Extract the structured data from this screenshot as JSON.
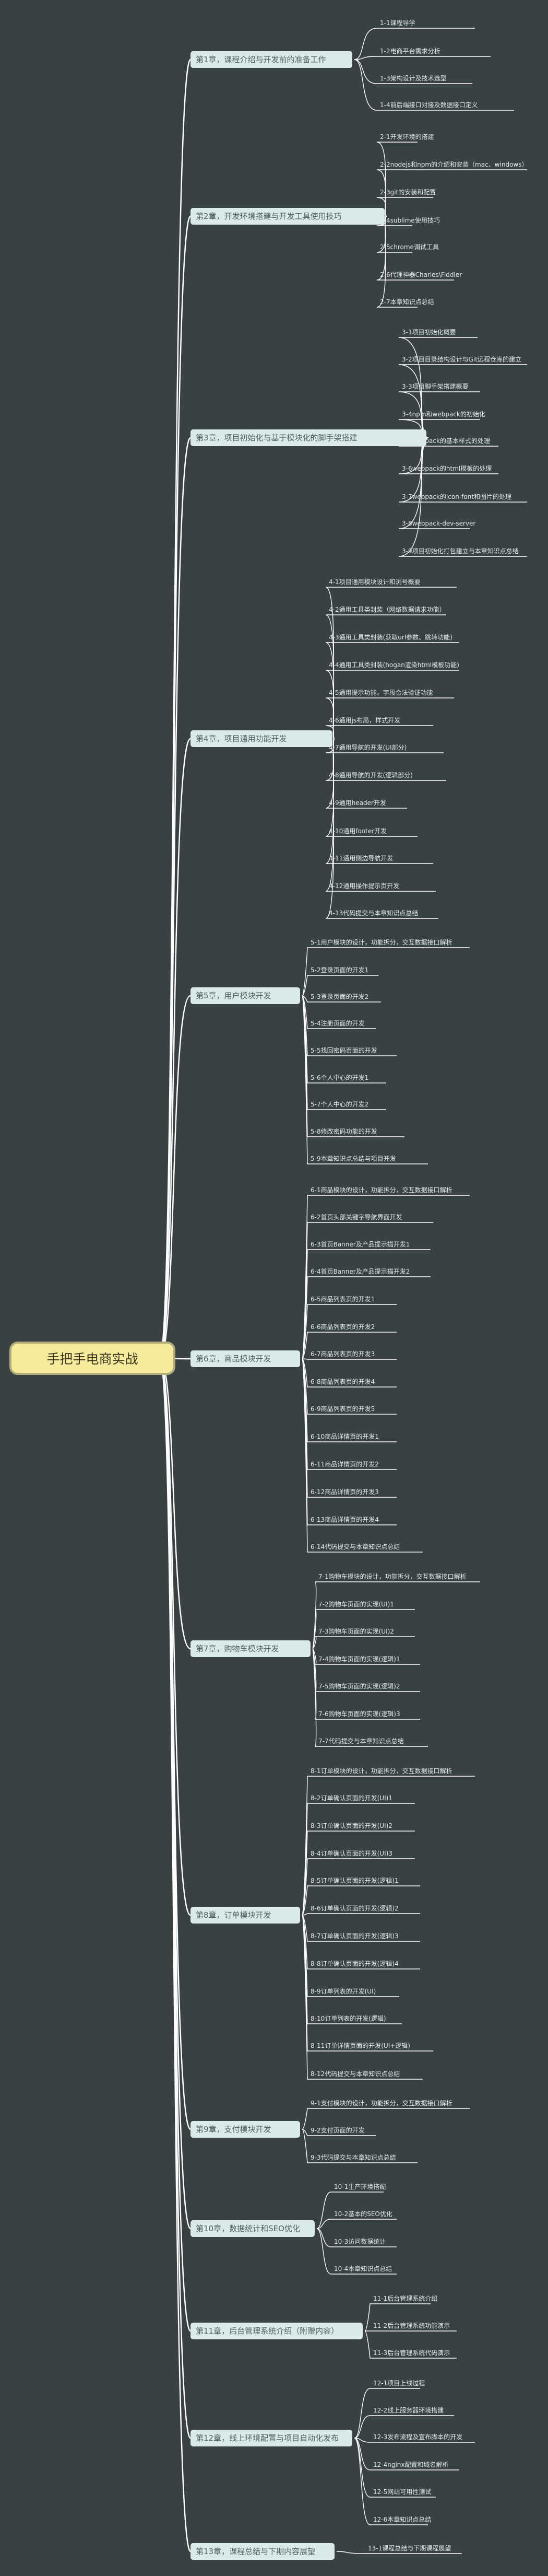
{
  "root": {
    "label": "手把手电商实战"
  },
  "chapters": [
    {
      "label": "第1章，课程介绍与开发前的准备工作",
      "items": [
        "1-1课程导学",
        "1-2电商平台需求分析",
        "1-3架构设计及技术选型",
        "1-4前后端接口对接及数据接口定义"
      ]
    },
    {
      "label": "第2章，开发环境搭建与开发工具使用技巧",
      "items": [
        "2-1开发环境的搭建",
        "2-2nodejs和npm的介绍和安装（mac、windows）",
        "2-3git的安装和配置",
        "2-4sublime使用技巧",
        "2-5chrome调试工具",
        "2-6代理神器Charles\\Fiddler",
        "2-7本章知识点总结"
      ]
    },
    {
      "label": "第3章，项目初始化与基于模块化的脚手架搭建",
      "items": [
        "3-1项目初始化概要",
        "3-2项目目录结构设计与Git远程仓库的建立",
        "3-3项目脚手架搭建概要",
        "3-4npm和webpack的初始化",
        "3-5webpack的基本样式的处理",
        "3-6webpack的html模板的处理",
        "3-7webpack的icon-font和图片的处理",
        "3-8webpack-dev-server",
        "3-9项目初始化打包建立与本章知识点总结"
      ]
    },
    {
      "label": "第4章，项目通用功能开发",
      "items": [
        "4-1项目通用模块设计和浏号概要",
        "4-2通用工具类封装（网络数据请求功能）",
        "4-3通用工具类封装(获取url参数、跳转功能)",
        "4-4通用工具类封装(hogan渲染html模板功能)",
        "4-5通用提示功能，字段合法验证功能",
        "4-6通用js布局，样式开发",
        "4-7通用导航的开发(UI部分)",
        "4-8通用导航的开发(逻辑部分)",
        "4-9通用header开发",
        "4-10通用footer开发",
        "4-11通用侧边导航开发",
        "4-12通用操作提示页开发",
        "4-13代码提交与本章知识点总结"
      ]
    },
    {
      "label": "第5章，用户模块开发",
      "items": [
        "5-1用户模块的设计，功能拆分，交互数据接口解析",
        "5-2登录页面的开发1",
        "5-3登录页面的开发2",
        "5-4注册页面的开发",
        "5-5找回密码页面的开发",
        "5-6个人中心的开发1",
        "5-7个人中心的开发2",
        "5-8修改密码功能的开发",
        "5-9本章知识点总结与项目开发"
      ]
    },
    {
      "label": "第6章，商品模块开发",
      "items": [
        "6-1商品模块的设计，功能拆分，交互数据接口解析",
        "6-2首页头部关键字导航界面开发",
        "6-3首页Banner及产品提示描开发1",
        "6-4首页Banner及产品提示描开发2",
        "6-5商品列表页的开发1",
        "6-6商品列表页的开发2",
        "6-7商品列表页的开发3",
        "6-8商品列表页的开发4",
        "6-9商品列表页的开发5",
        "6-10商品详情页的开发1",
        "6-11商品详情页的开发2",
        "6-12商品详情页的开发3",
        "6-13商品详情页的开发4",
        "6-14代码提交与本章知识点总结"
      ]
    },
    {
      "label": "第7章，购物车模块开发",
      "items": [
        "7-1购物车模块的设计，功能拆分，交互数据接口解析",
        "7-2购物车页面的实现(UI)1",
        "7-3购物车页面的实现(UI)2",
        "7-4购物车页面的实现(逻辑)1",
        "7-5购物车页面的实现(逻辑)2",
        "7-6购物车页面的实现(逻辑)3",
        "7-7代码提交与本章知识点总结"
      ]
    },
    {
      "label": "第8章，订单模块开发",
      "items": [
        "8-1订单模块的设计，功能拆分，交互数据接口解析",
        "8-2订单确认页面的开发(UI)1",
        "8-3订单确认页面的开发(UI)2",
        "8-4订单确认页面的开发(UI)3",
        "8-5订单确认页面的开发(逻辑)1",
        "8-6订单确认页面的开发(逻辑)2",
        "8-7订单确认页面的开发(逻辑)3",
        "8-8订单确认页面的开发(逻辑)4",
        "8-9订单列表的开发(UI)",
        "8-10订单列表的开发(逻辑)",
        "8-11订单详情页面的开发(UI+逻辑)",
        "8-12代码提交与本章知识点总结"
      ]
    },
    {
      "label": "第9章，支付模块开发",
      "items": [
        "9-1支付模块的设计，功能拆分，交互数据接口解析",
        "9-2支付页面的开发",
        "9-3代码提交与本章知识点总结"
      ]
    },
    {
      "label": "第10章，数据统计和SEO优化",
      "items": [
        "10-1生产环境搭配",
        "10-2基本的SEO优化",
        "10-3访问数据统计",
        "10-4本章知识点总结"
      ]
    },
    {
      "label": "第11章，后台管理系统介绍（附赠内容）",
      "items": [
        "11-1后台管理系统介绍",
        "11-2后台管理系统功能演示",
        "11-3后台管理系统代码演示"
      ]
    },
    {
      "label": "第12章，线上环境配置与项目自动化发布",
      "items": [
        "12-1项目上线过程",
        "12-2线上服务器环境搭建",
        "12-3发布流程及宣布脚本的开发",
        "12-4nginx配置和域名解析",
        "12-5网站可用性测试",
        "12-6本章知识点总结"
      ]
    },
    {
      "label": "第13章，课程总结与下期内容展望",
      "items": [
        "13-1课程总结与下期课程展望"
      ]
    }
  ],
  "colors": {
    "background": "#3a4143",
    "line": "#ffffff",
    "chapter_fill": "#daeae6",
    "root_fill": "#f6ea9c"
  }
}
